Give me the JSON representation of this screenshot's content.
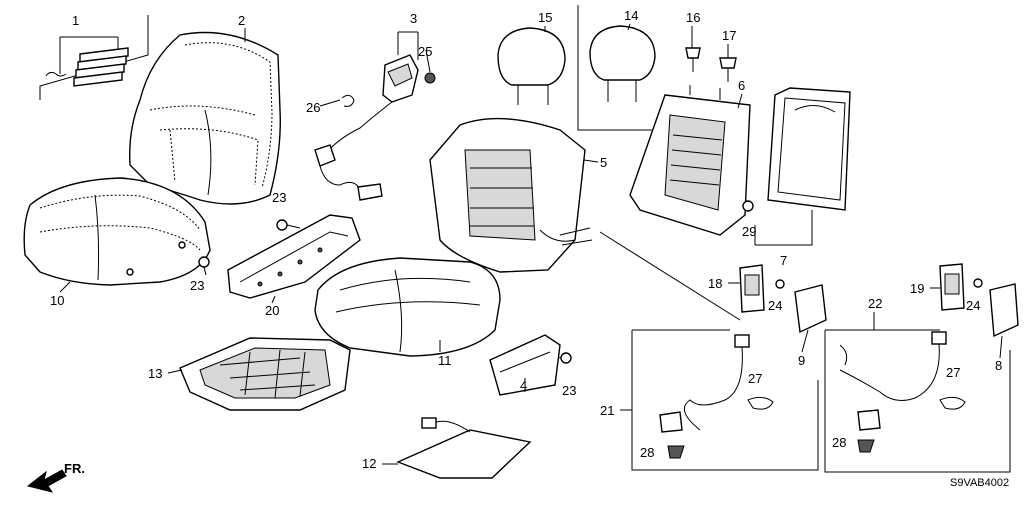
{
  "diagram": {
    "drawing_code": "S9VAB4002",
    "front_label": "FR.",
    "callouts": [
      {
        "id": "c1",
        "text": "1"
      },
      {
        "id": "c2",
        "text": "2"
      },
      {
        "id": "c3",
        "text": "3"
      },
      {
        "id": "c4",
        "text": "4"
      },
      {
        "id": "c5",
        "text": "5"
      },
      {
        "id": "c6",
        "text": "6"
      },
      {
        "id": "c7",
        "text": "7"
      },
      {
        "id": "c8",
        "text": "8"
      },
      {
        "id": "c9",
        "text": "9"
      },
      {
        "id": "c10",
        "text": "10"
      },
      {
        "id": "c11",
        "text": "11"
      },
      {
        "id": "c12",
        "text": "12"
      },
      {
        "id": "c13",
        "text": "13"
      },
      {
        "id": "c14",
        "text": "14"
      },
      {
        "id": "c15",
        "text": "15"
      },
      {
        "id": "c16",
        "text": "16"
      },
      {
        "id": "c17",
        "text": "17"
      },
      {
        "id": "c18",
        "text": "18"
      },
      {
        "id": "c19",
        "text": "19"
      },
      {
        "id": "c20",
        "text": "20"
      },
      {
        "id": "c21",
        "text": "21"
      },
      {
        "id": "c22",
        "text": "22"
      },
      {
        "id": "c23a",
        "text": "23"
      },
      {
        "id": "c23b",
        "text": "23"
      },
      {
        "id": "c23c",
        "text": "23"
      },
      {
        "id": "c24a",
        "text": "24"
      },
      {
        "id": "c24b",
        "text": "24"
      },
      {
        "id": "c25",
        "text": "25"
      },
      {
        "id": "c26",
        "text": "26"
      },
      {
        "id": "c27a",
        "text": "27"
      },
      {
        "id": "c27b",
        "text": "27"
      },
      {
        "id": "c28a",
        "text": "28"
      },
      {
        "id": "c28b",
        "text": "28"
      },
      {
        "id": "c29",
        "text": "29"
      }
    ]
  }
}
